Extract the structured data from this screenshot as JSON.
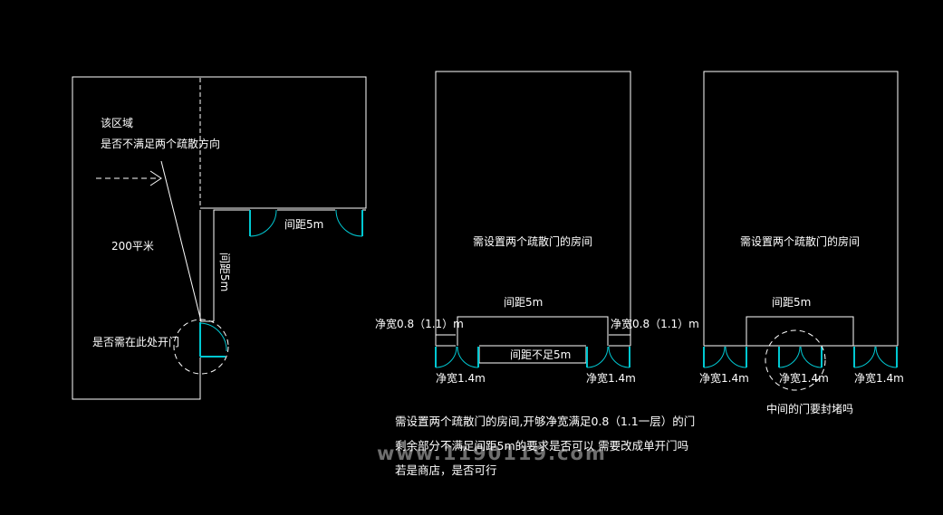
{
  "colors": {
    "background": "#000000",
    "wall": "#ffffff",
    "door": "#00c8d2"
  },
  "left_plan": {
    "area_question_line1": "该区域",
    "area_question_line2": "是否不满足两个疏散方向",
    "area": "200平米",
    "spacing_vertical": "间距5m",
    "spacing_horizontal": "间距5m",
    "door_question": "是否需在此处开门"
  },
  "middle_plan": {
    "room_label": "需设置两个疏散门的房间",
    "spacing": "间距5m",
    "spacing_short": "间距不足5m",
    "net_width_left_top": "净宽0.8（1.1）m",
    "net_width_right_top": "净宽0.8（1.1）m",
    "net_width_left_bottom": "净宽1.4m",
    "net_width_right_bottom": "净宽1.4m"
  },
  "right_plan": {
    "room_label": "需设置两个疏散门的房间",
    "spacing": "间距5m",
    "net_width_left": "净宽1.4m",
    "net_width_center": "净宽1.4m",
    "net_width_right": "净宽1.4m",
    "question": "中间的门要封堵吗"
  },
  "notes": {
    "line1": "需设置两个疏散门的房间,开够净宽满足0.8（1.1一层）的门",
    "line2": "剩余部分不满足间距5m的要求是否可以 需要改成单开门吗",
    "line3": "若是商店，是否可行"
  },
  "watermark": "www.1190119.com"
}
